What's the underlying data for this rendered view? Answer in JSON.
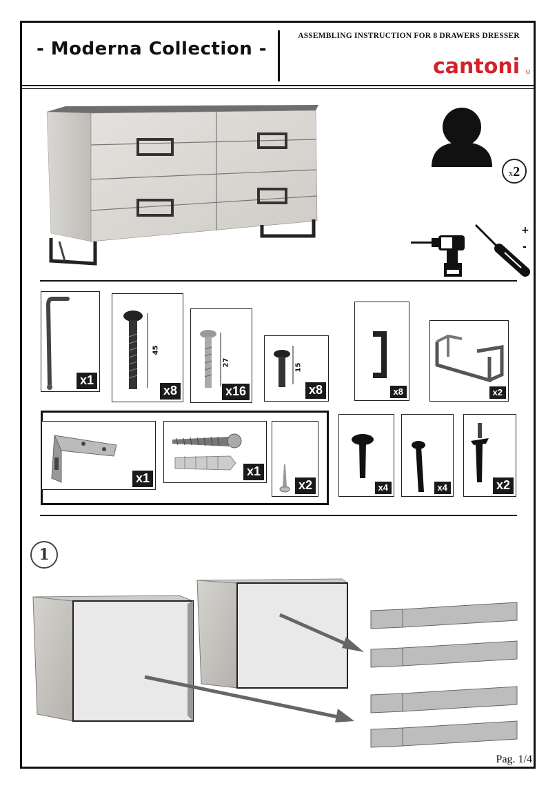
{
  "header": {
    "title": "- Moderna Collection -",
    "subtitle": "ASSEMBLING INSTRUCTION FOR 8 DRAWERS DRESSER",
    "brand": "cantoni",
    "brand_color": "#d2222b"
  },
  "overview": {
    "people_prefix": "x",
    "people_count": "2",
    "tool_plus": "+",
    "tool_minus": "-"
  },
  "parts": [
    {
      "qty": "x1"
    },
    {
      "qty": "x8",
      "dim": "45"
    },
    {
      "qty": "x16",
      "dim": "27"
    },
    {
      "qty": "x8",
      "dim": "15"
    },
    {
      "qty": "x8"
    },
    {
      "qty": "x2"
    },
    {
      "qty": "x1"
    },
    {
      "qty": "x1"
    },
    {
      "qty": "x2"
    },
    {
      "qty": "x4"
    },
    {
      "qty": "x4"
    },
    {
      "qty": "x2"
    }
  ],
  "step": {
    "number": "1"
  },
  "footer": {
    "page": "Pag. 1/4"
  }
}
